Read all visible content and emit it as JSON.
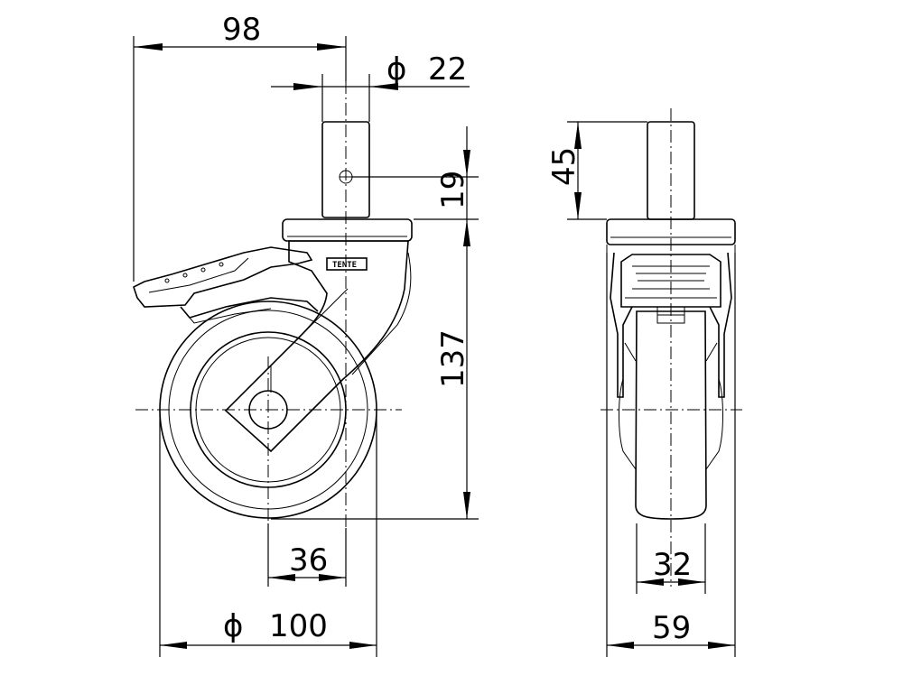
{
  "dimensions": {
    "offset_98": "98",
    "stem_dia_symbol": "ϕ",
    "stem_dia_value": "22",
    "hole_19": "19",
    "stem_45": "45",
    "height_137": "137",
    "hub_36": "36",
    "wheel_dia_symbol": "ϕ",
    "wheel_dia_value": "100",
    "tread_32": "32",
    "width_59": "59"
  },
  "logo_text": "TENTE"
}
